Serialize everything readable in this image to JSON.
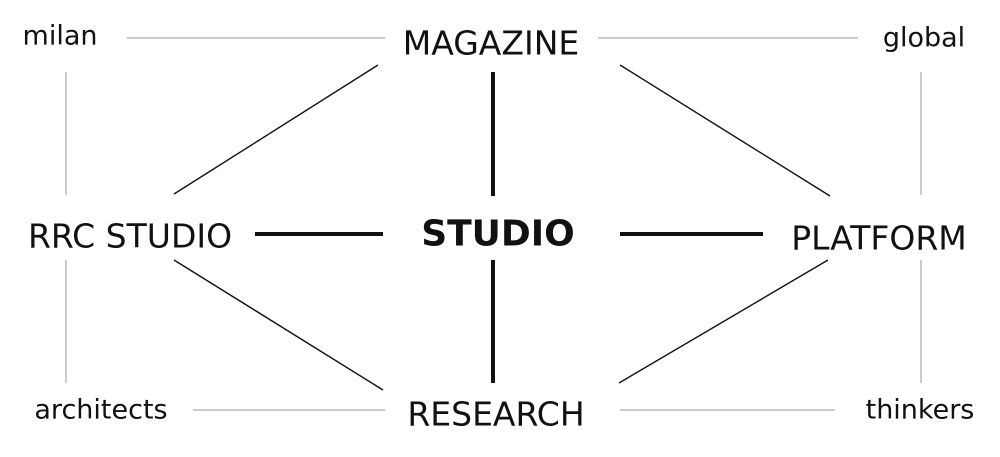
{
  "nodes": {
    "center": "STUDIO",
    "top": "MAGAZINE",
    "left": "RRC STUDIO",
    "right": "PLATFORM",
    "bottom": "RESEARCH",
    "top_left": "milan",
    "top_right": "global",
    "bottom_left": "architects",
    "bottom_right": "thinkers"
  },
  "colors": {
    "text": "#111111",
    "thin_line": "#9a9a9a",
    "background": "#ffffff"
  }
}
